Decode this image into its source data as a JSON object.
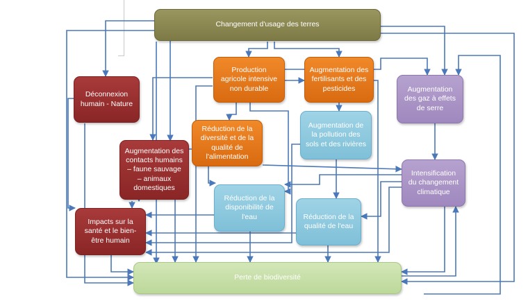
{
  "nodes": {
    "land_use": "Changement d'usage des terres",
    "agri": "Production agricole intensive non durable",
    "fertil": "Augmentation des fertilisants et des pesticides",
    "ghg": "Augmentation des gaz à effets de serre",
    "disconnect": "Déconnexion humain - Nature",
    "pollution": "Augmentation de la pollution des sols et des rivières",
    "food": "Réduction de la diversité et de la qualité de l'alimentation",
    "contacts": "Augmentation des contacts humains – faune sauvage – animaux domestiques",
    "climate": "Intensification du changement climatique",
    "water_avail": "Réduction de la disponibilité de l'eau",
    "water_qual": "Réduction de la qualité de l'eau",
    "health": "Impacts sur la santé et le bien-être humain",
    "biodiv": "Perte de biodiversité"
  },
  "colors": {
    "arrow": "#4a78b8",
    "olive": "#8a8650",
    "orange": "#e67c1e",
    "red": "#962e2e",
    "lilac": "#a993c4",
    "blue": "#8ccbe0",
    "green": "#c8e0a8"
  }
}
